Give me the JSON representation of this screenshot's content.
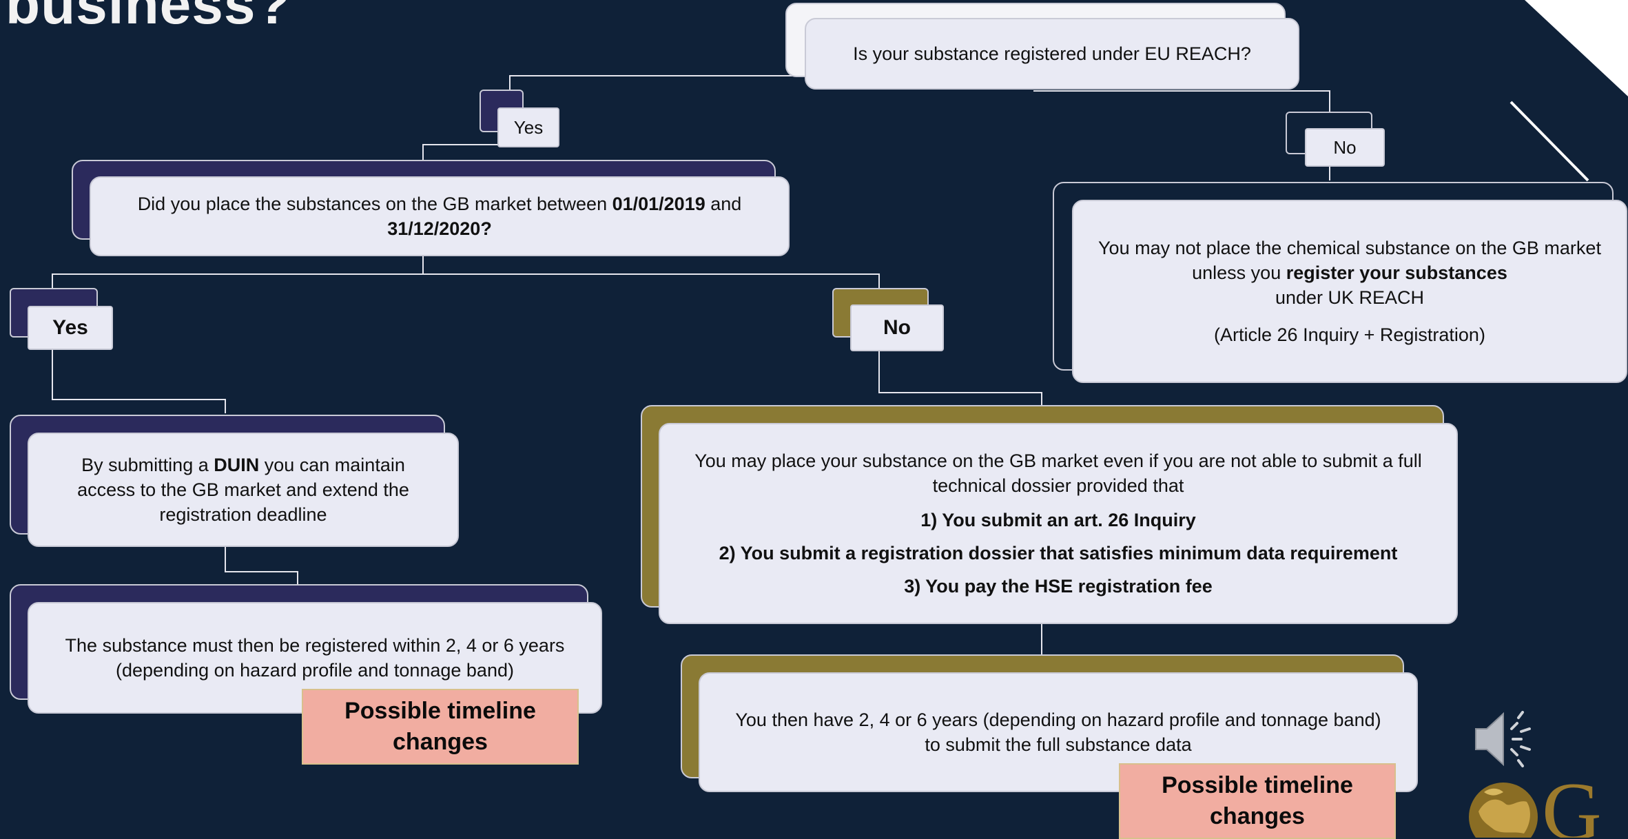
{
  "title": "business?",
  "q1": {
    "text": "Is your substance registered under EU REACH?"
  },
  "yes1": "Yes",
  "no1": "No",
  "q2": {
    "pre": "Did you place the substances on the GB market between ",
    "date1": "01/01/2019",
    "mid": " and",
    "date2": "31/12/2020?"
  },
  "yes2": "Yes",
  "no2": "No",
  "not_registered": {
    "pre": "You may not place the chemical substance on the GB market unless you ",
    "bold": "register your substances",
    "post": "under UK REACH",
    "note": "(Article 26 Inquiry + Registration)"
  },
  "duin": {
    "pre": "By submitting a ",
    "bold": "DUIN",
    "post": " you can maintain access to the GB market and extend the registration deadline"
  },
  "register_within": {
    "line1": "The substance must then be registered within 2, 4 or 6 years",
    "line2": "(depending on hazard profile and tonnage band)"
  },
  "may_place": {
    "intro": "You may place your substance on the GB market even if you are not able to submit a full technical dossier provided that",
    "c1": "1) You submit an art. 26 Inquiry",
    "c2": "2) You submit a registration dossier that satisfies minimum data requirement",
    "c3": "3) You pay the HSE registration fee"
  },
  "then_have": {
    "text": "You then have 2, 4 or 6 years (depending on hazard profile and tonnage band) to submit the full substance data"
  },
  "timeline_note_1": "Possible timeline changes",
  "timeline_note_2": "Possible timeline changes",
  "logo_letter": "G",
  "colors": {
    "background": "#0f2138",
    "box": "#e9eaf4",
    "navy_accent": "#2b2a5c",
    "gold_accent": "#8a7a34",
    "note": "#f1ada1"
  }
}
